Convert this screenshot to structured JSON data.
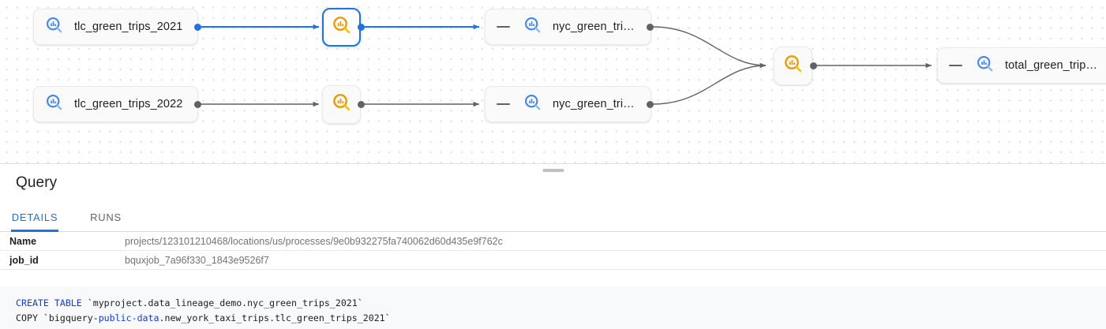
{
  "graph": {
    "nodes": [
      {
        "id": "tlc2021",
        "kind": "table",
        "label": "tlc_green_trips_2021",
        "icon": "data-catalog-search-icon",
        "icon_color": "#4285f4",
        "selected": false,
        "collapsible": false
      },
      {
        "id": "tlc2022",
        "kind": "table",
        "label": "tlc_green_trips_2022",
        "icon": "data-catalog-search-icon",
        "icon_color": "#4285f4",
        "selected": false,
        "collapsible": false
      },
      {
        "id": "proc1",
        "kind": "process",
        "label": "",
        "icon": "process-search-icon",
        "icon_color": "#f29900",
        "selected": true,
        "collapsible": false
      },
      {
        "id": "proc2",
        "kind": "process",
        "label": "",
        "icon": "process-search-icon",
        "icon_color": "#f29900",
        "selected": false,
        "collapsible": false
      },
      {
        "id": "nyc1",
        "kind": "table",
        "label": "nyc_green_trips…",
        "icon": "data-catalog-search-icon",
        "icon_color": "#4285f4",
        "selected": false,
        "collapsible": true
      },
      {
        "id": "nyc2",
        "kind": "table",
        "label": "nyc_green_trips…",
        "icon": "data-catalog-search-icon",
        "icon_color": "#4285f4",
        "selected": false,
        "collapsible": true
      },
      {
        "id": "proc3",
        "kind": "process",
        "label": "",
        "icon": "process-search-icon",
        "icon_color": "#f29900",
        "selected": false,
        "collapsible": false
      },
      {
        "id": "total",
        "kind": "table",
        "label": "total_green_trip…",
        "icon": "data-catalog-search-icon",
        "icon_color": "#4285f4",
        "selected": false,
        "collapsible": true
      }
    ],
    "edge_color_default": "#5f6368",
    "edge_color_highlight": "#1a73e8"
  },
  "panel": {
    "title": "Query",
    "tabs": [
      {
        "id": "details",
        "label": "DETAILS",
        "active": true
      },
      {
        "id": "runs",
        "label": "RUNS",
        "active": false
      }
    ],
    "rows": [
      {
        "key": "Name",
        "value": "projects/123101210468/locations/us/processes/9e0b932275fa740062d60d435e9f762c"
      },
      {
        "key": "job_id",
        "value": "bquxjob_7a96f330_1843e9526f7"
      }
    ],
    "code": {
      "line1": {
        "keyword": "CREATE TABLE",
        "rest": " `myproject.data_lineage_demo.nyc_green_trips_2021`"
      },
      "line2": {
        "prefix": "COPY `bigquery-",
        "keyword": "public-data",
        "rest": ".new_york_taxi_trips.tlc_green_trips_2021`"
      }
    }
  },
  "colors": {
    "accent": "#1a73e8",
    "process_icon": "#f29900",
    "table_icon": "#4285f4",
    "text_primary": "#202124",
    "text_secondary": "#70757a",
    "code_bg": "#f8f9fa"
  }
}
